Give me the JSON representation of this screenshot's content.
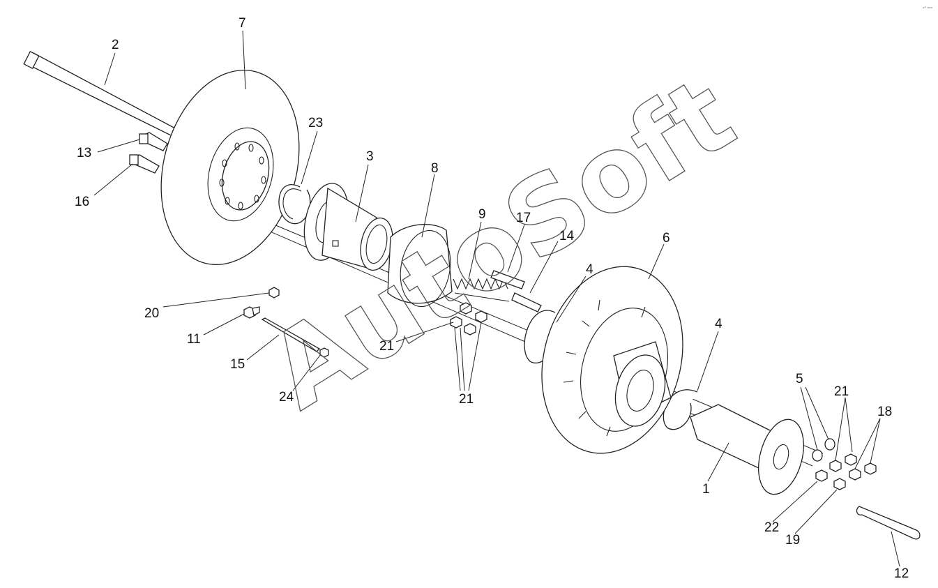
{
  "watermark": "AutoSoft",
  "corner_mark": "ᵒᴾ ᵒᵒᵒ",
  "callouts": [
    {
      "id": "c1",
      "text": "1"
    },
    {
      "id": "c2",
      "text": "2"
    },
    {
      "id": "c3",
      "text": "3"
    },
    {
      "id": "c4a",
      "text": "4"
    },
    {
      "id": "c4b",
      "text": "4"
    },
    {
      "id": "c5",
      "text": "5"
    },
    {
      "id": "c6",
      "text": "6"
    },
    {
      "id": "c7",
      "text": "7"
    },
    {
      "id": "c8",
      "text": "8"
    },
    {
      "id": "c9",
      "text": "9"
    },
    {
      "id": "c11",
      "text": "11"
    },
    {
      "id": "c12",
      "text": "12"
    },
    {
      "id": "c13",
      "text": "13"
    },
    {
      "id": "c14",
      "text": "14"
    },
    {
      "id": "c15",
      "text": "15"
    },
    {
      "id": "c16",
      "text": "16"
    },
    {
      "id": "c17",
      "text": "17"
    },
    {
      "id": "c18",
      "text": "18"
    },
    {
      "id": "c19",
      "text": "19"
    },
    {
      "id": "c20",
      "text": "20"
    },
    {
      "id": "c21a",
      "text": "21"
    },
    {
      "id": "c21b",
      "text": "21"
    },
    {
      "id": "c21c",
      "text": "21"
    },
    {
      "id": "c22",
      "text": "22"
    },
    {
      "id": "c23",
      "text": "23"
    },
    {
      "id": "c24",
      "text": "24"
    }
  ]
}
